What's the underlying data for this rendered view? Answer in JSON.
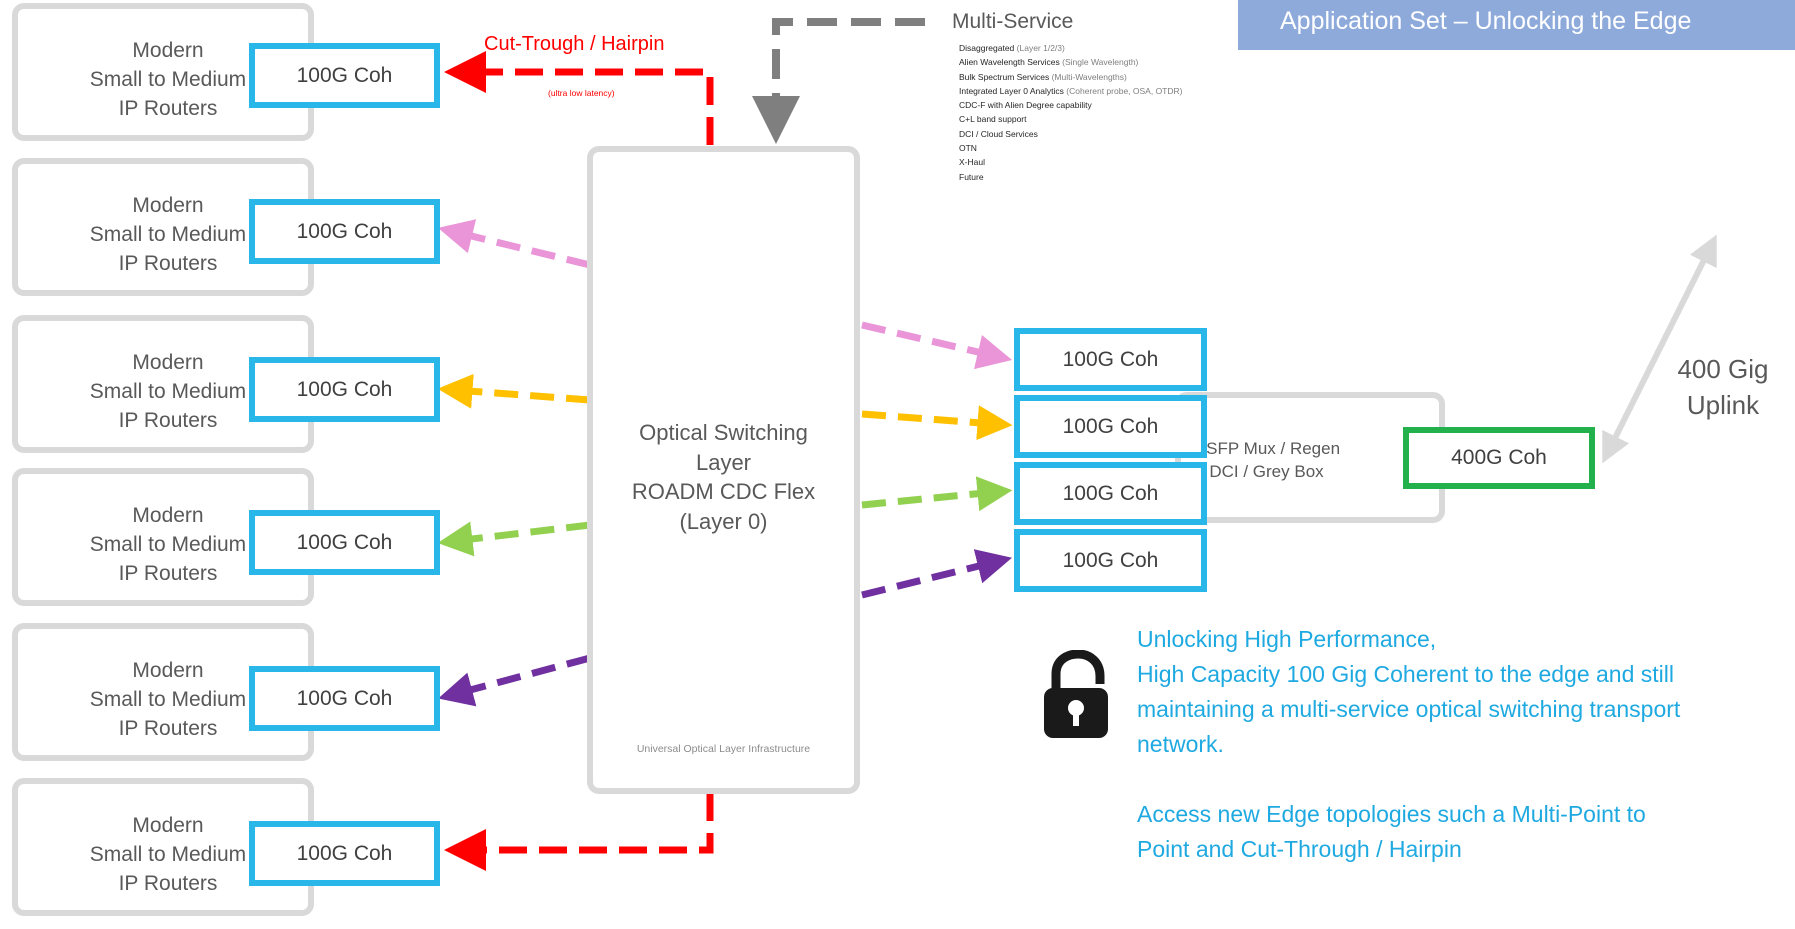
{
  "title": "Application Set – Unlocking the Edge",
  "router": {
    "label": "Modern\nSmall to Medium\nIP Routers"
  },
  "transceivers": {
    "left": [
      "100G Coh",
      "100G Coh",
      "100G Coh",
      "100G Coh",
      "100G Coh",
      "100G Coh"
    ],
    "right": [
      "100G Coh",
      "100G Coh",
      "100G Coh",
      "100G Coh"
    ],
    "uplink_module": "400G Coh"
  },
  "optical_layer": {
    "label": "Optical Switching\nLayer\nROADM CDC Flex\n(Layer 0)",
    "footer": "Universal Optical Layer Infrastructure"
  },
  "cut_through": {
    "label": "Cut-Trough / Hairpin",
    "note": "(ultra low latency)"
  },
  "multi_service": {
    "heading": "Multi-Service",
    "items": [
      {
        "text": "Disaggregated",
        "note": " (Layer 1/2/3)"
      },
      {
        "text": "Alien Wavelength Services",
        "note": " (Single Wavelength)"
      },
      {
        "text": "Bulk Spectrum Services",
        "note": " (Multi-Wavelengths)"
      },
      {
        "text": "Integrated Layer 0 Analytics",
        "note": " (Coherent probe, OSA, OTDR)"
      },
      {
        "text": "CDC-F with Alien Degree capability",
        "note": ""
      },
      {
        "text": "C+L band support",
        "note": ""
      },
      {
        "text": "DCI / Cloud Services",
        "note": ""
      },
      {
        "text": "OTN",
        "note": ""
      },
      {
        "text": "X-Haul",
        "note": ""
      },
      {
        "text": "Future",
        "note": ""
      }
    ]
  },
  "mux": {
    "label": "QSFP Mux / Regen\nDCI / Grey Box"
  },
  "uplink": {
    "label": "400 Gig\nUplink"
  },
  "message": {
    "line1": "Unlocking High Performance,",
    "line2": "High Capacity 100 Gig Coherent to the edge and still",
    "line3": "maintaining a multi-service optical switching transport",
    "line4": "network.",
    "line5": "Access new Edge topologies such a Multi-Point to",
    "line6": "Point and Cut-Through / Hairpin"
  },
  "colors": {
    "coh_border": "#29b6e8",
    "green": "#22b14c",
    "hairpin": "#ff0000",
    "pink": "#e995d8",
    "yellow": "#ffc000",
    "light_green": "#92d050",
    "purple": "#7030a0",
    "grey_arrow": "#7f7f7f",
    "title_bg": "#8eaadb",
    "message_text": "#1fa9e1"
  }
}
